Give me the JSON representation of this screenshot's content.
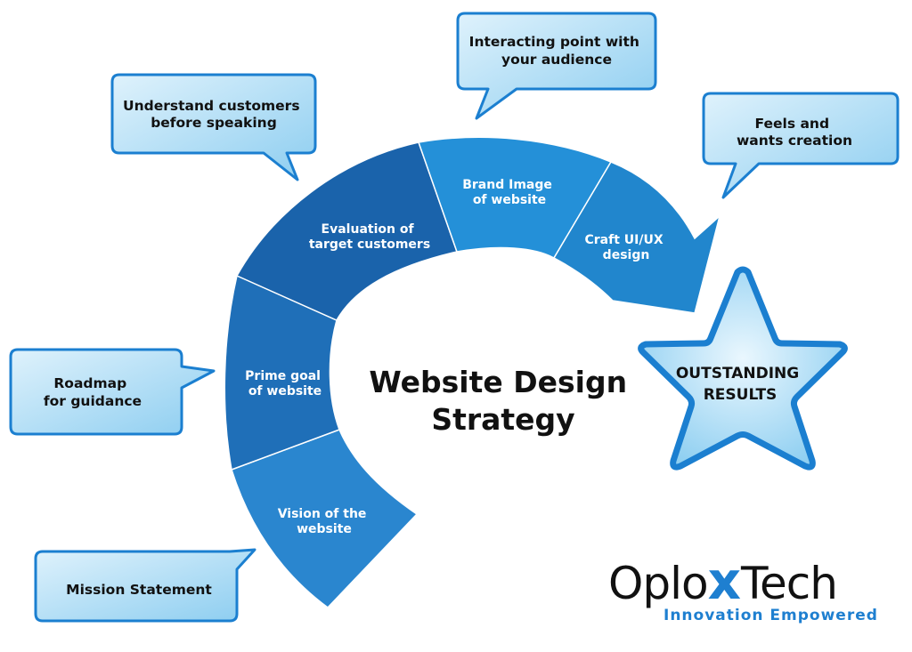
{
  "diagram": {
    "center_title": [
      "Website Design",
      "Strategy"
    ],
    "segments": [
      {
        "lines": [
          "Vision of the",
          "website"
        ],
        "color": "#2a86cf"
      },
      {
        "lines": [
          "Prime goal",
          "of website"
        ],
        "color": "#1f6fb8"
      },
      {
        "lines": [
          "Evaluation of",
          "target customers"
        ],
        "color": "#1a63ab"
      },
      {
        "lines": [
          "Brand Image",
          "of website"
        ],
        "color": "#2490d8"
      },
      {
        "lines": [
          "Craft UI/UX",
          "design"
        ],
        "color": "#2186cd"
      }
    ],
    "callouts": [
      {
        "lines": [
          "Mission Statement"
        ]
      },
      {
        "lines": [
          "Roadmap",
          "for guidance"
        ]
      },
      {
        "lines": [
          "Understand customers",
          "before speaking"
        ]
      },
      {
        "lines": [
          "Interacting point with",
          "your audience"
        ]
      },
      {
        "lines": [
          "Feels and",
          "wants creation"
        ]
      }
    ],
    "result": [
      "OUTSTANDING",
      "RESULTS"
    ]
  },
  "logo": {
    "name_prefix": "Oplo",
    "name_x": "x",
    "name_suffix": "Tech",
    "tagline": "Innovation Empowered"
  },
  "colors": {
    "callout_fill": "#a9dbf5",
    "callout_border": "#1b7fd0",
    "accent": "#1e7fd0"
  }
}
